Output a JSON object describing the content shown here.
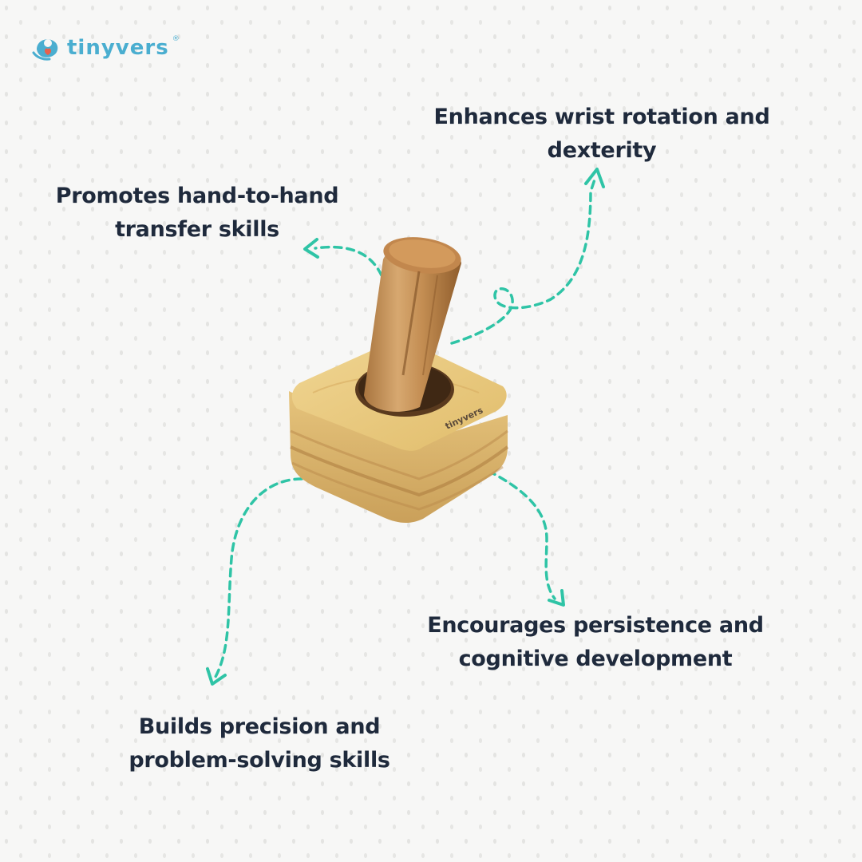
{
  "brand": {
    "name": "tinyvers",
    "registered_mark": "®",
    "accent_color": "#4aaed0",
    "heart_color": "#e8604c"
  },
  "product": {
    "engraving": "tinyvers",
    "icon": "wooden-peg-toy-illustration"
  },
  "features": [
    {
      "line1": "Enhances wrist rotation and",
      "line2": "dexterity"
    },
    {
      "line1": "Promotes hand-to-hand",
      "line2": "transfer skills"
    },
    {
      "line1": "Encourages persistence and",
      "line2": "cognitive development"
    },
    {
      "line1": "Builds precision and",
      "line2": "problem-solving skills"
    }
  ],
  "colors": {
    "text": "#1f2a3c",
    "arrow": "#2fc4a6",
    "background": "#f7f7f6"
  }
}
